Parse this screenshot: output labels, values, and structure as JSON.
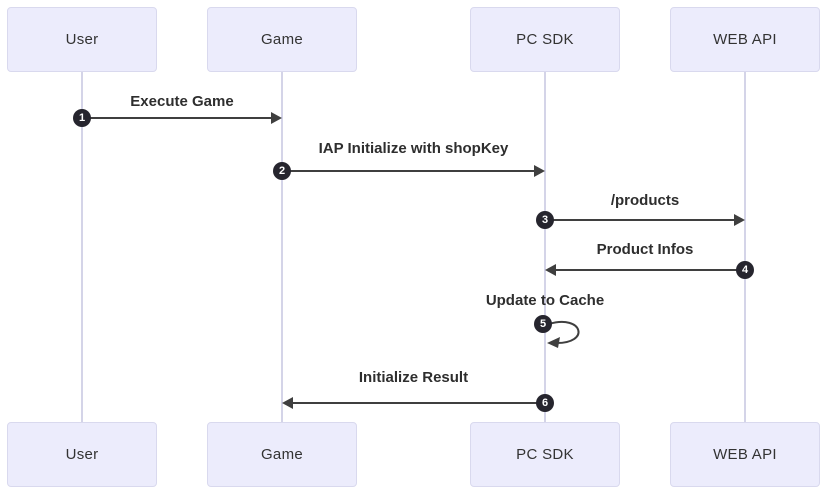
{
  "diagram": {
    "type": "sequence-diagram",
    "actors": [
      {
        "id": "user",
        "label": "User"
      },
      {
        "id": "game",
        "label": "Game"
      },
      {
        "id": "pc-sdk",
        "label": "PC SDK"
      },
      {
        "id": "web-api",
        "label": "WEB API"
      }
    ],
    "messages": [
      {
        "seq": "1",
        "label": "Execute Game",
        "from": "User",
        "to": "Game",
        "direction": "right"
      },
      {
        "seq": "2",
        "label": "IAP Initialize with shopKey",
        "from": "Game",
        "to": "PC SDK",
        "direction": "right"
      },
      {
        "seq": "3",
        "label": "/products",
        "from": "PC SDK",
        "to": "WEB API",
        "direction": "right"
      },
      {
        "seq": "4",
        "label": "Product Infos",
        "from": "WEB API",
        "to": "PC SDK",
        "direction": "left"
      },
      {
        "seq": "5",
        "label": "Update to Cache",
        "from": "PC SDK",
        "to": "PC SDK",
        "direction": "self"
      },
      {
        "seq": "6",
        "label": "Initialize Result",
        "from": "PC SDK",
        "to": "Game",
        "direction": "left"
      }
    ],
    "colors": {
      "background": "#ffffff",
      "actor_fill": "#ececfc",
      "actor_border": "#d9d9ee",
      "actor_text": "#333333",
      "lifeline": "#d4d4e8",
      "arrow": "#3f3f3f",
      "label_text": "#2e2e2e",
      "badge_bg": "#26252e",
      "badge_text": "#ffffff"
    }
  }
}
